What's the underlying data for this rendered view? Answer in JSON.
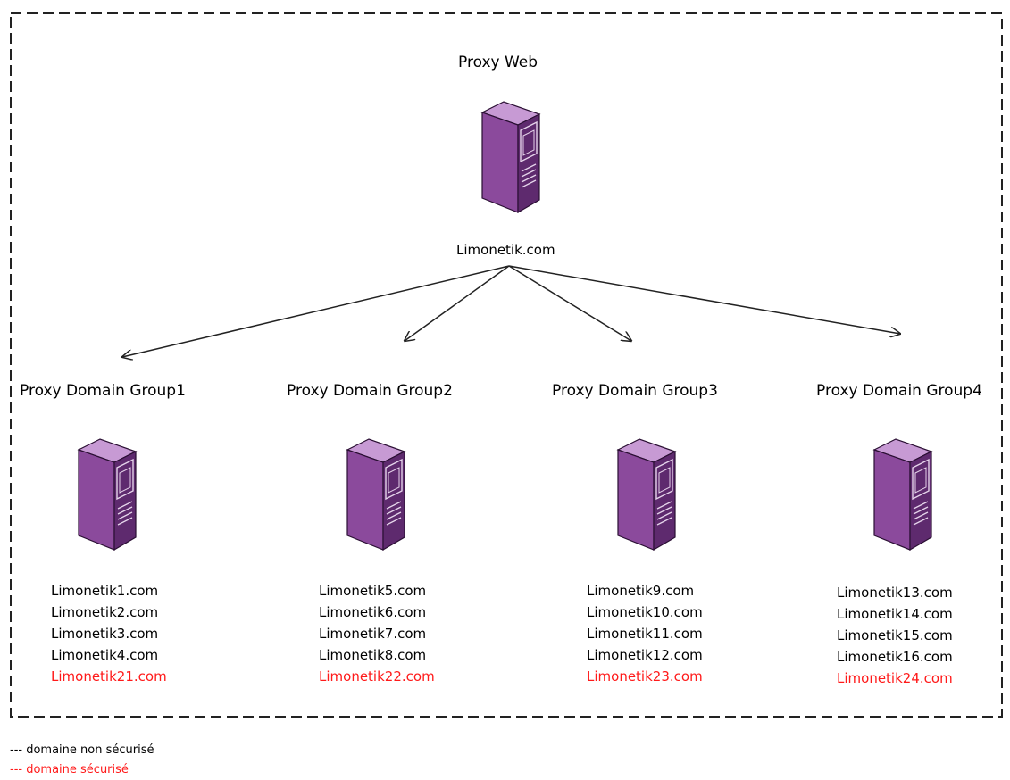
{
  "top": {
    "title": "Proxy Web",
    "domain": "Limonetik.com"
  },
  "groups": [
    {
      "title": "Proxy Domain Group1",
      "domains": [
        "Limonetik1.com",
        "Limonetik2.com",
        "Limonetik3.com",
        "Limonetik4.com"
      ],
      "secure_domain": "Limonetik21.com"
    },
    {
      "title": "Proxy Domain Group2",
      "domains": [
        "Limonetik5.com",
        "Limonetik6.com",
        "Limonetik7.com",
        "Limonetik8.com"
      ],
      "secure_domain": "Limonetik22.com"
    },
    {
      "title": "Proxy Domain Group3",
      "domains": [
        "Limonetik9.com",
        "Limonetik10.com",
        "Limonetik11.com",
        "Limonetik12.com"
      ],
      "secure_domain": "Limonetik23.com"
    },
    {
      "title": "Proxy Domain Group4",
      "domains": [
        "Limonetik13.com",
        "Limonetik14.com",
        "Limonetik15.com",
        "Limonetik16.com"
      ],
      "secure_domain": "Limonetik24.com"
    }
  ],
  "legend": {
    "non_secure": "--- domaine non sécurisé",
    "secure": "--- domaine sécurisé"
  },
  "colors": {
    "server_front": "#8b4a9c",
    "server_side": "#5e2a6e",
    "server_top": "#c79ad4",
    "secure_text": "#ff1a1a",
    "non_secure_text": "#000000"
  },
  "icons": {
    "server": "server-icon"
  }
}
